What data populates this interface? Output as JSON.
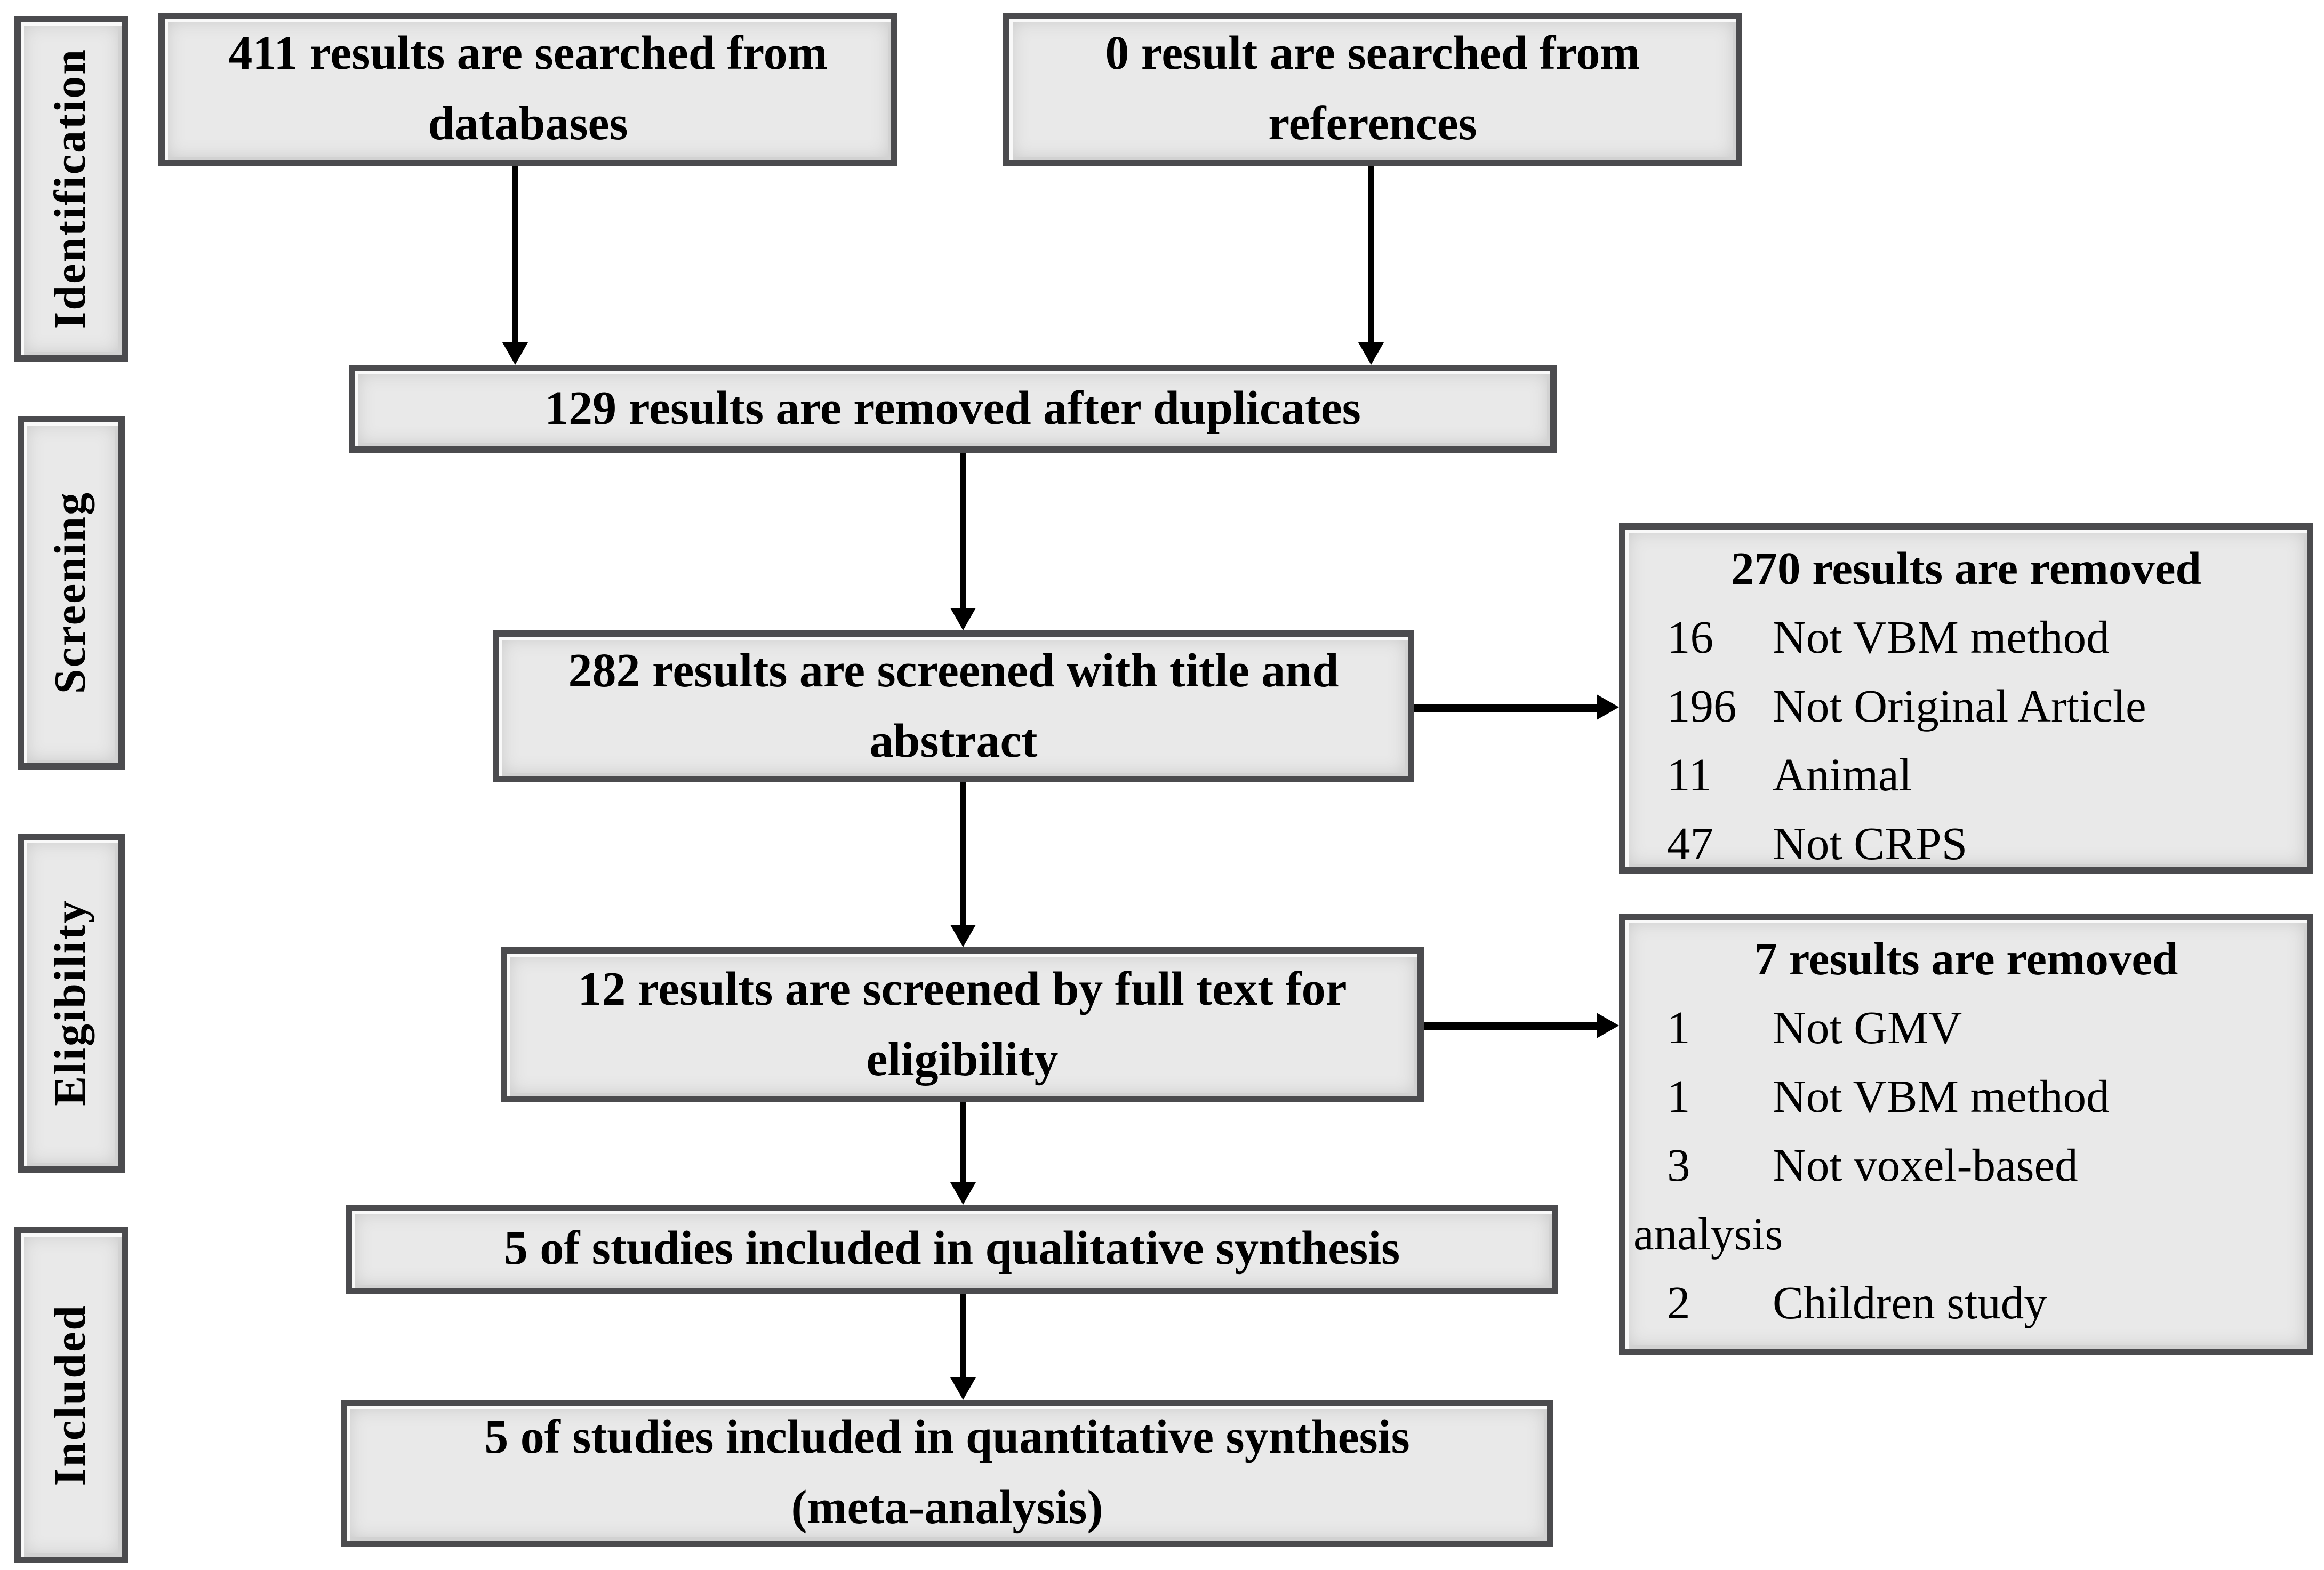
{
  "figure": {
    "stages": [
      {
        "label": "Identification"
      },
      {
        "label": "Screening"
      },
      {
        "label": "Eligibility"
      },
      {
        "label": "Included"
      }
    ],
    "boxes": {
      "databases": {
        "lines": [
          "411 results are searched from",
          "databases"
        ]
      },
      "references": {
        "lines": [
          "0 result are searched from",
          "references"
        ]
      },
      "duplicates": {
        "lines": [
          "129 results are removed after duplicates"
        ]
      },
      "title_abstract": {
        "lines": [
          "282 results are screened with title and",
          "abstract"
        ]
      },
      "full_text": {
        "lines": [
          "12 results are screened by full text for",
          "eligibility"
        ]
      },
      "qualitative": {
        "lines": [
          "5 of studies included in qualitative synthesis"
        ]
      },
      "quantitative": {
        "lines": [
          "5 of studies included in quantitative synthesis",
          "(meta-analysis)"
        ]
      }
    },
    "exclusions": {
      "screening": {
        "title": "270 results are removed",
        "items": [
          {
            "count": "16",
            "reason": "Not VBM method"
          },
          {
            "count": "196",
            "reason": "Not Original Article"
          },
          {
            "count": "11",
            "reason": "Animal"
          },
          {
            "count": "47",
            "reason": "Not CRPS"
          }
        ]
      },
      "eligibility": {
        "title": "7 results are removed",
        "items": [
          {
            "count": "1",
            "reason": "Not GMV"
          },
          {
            "count": "1",
            "reason": "Not VBM method"
          },
          {
            "count": "3",
            "reason": "Not voxel-based"
          },
          {
            "count": "",
            "reason": "analysis"
          },
          {
            "count": "2",
            "reason": "Children study"
          }
        ]
      }
    },
    "colors": {
      "box_fill": "#e9e9e9",
      "box_border": "#4b4b4e",
      "arrow": "#000000",
      "text": "#000000",
      "background": "#ffffff"
    }
  }
}
